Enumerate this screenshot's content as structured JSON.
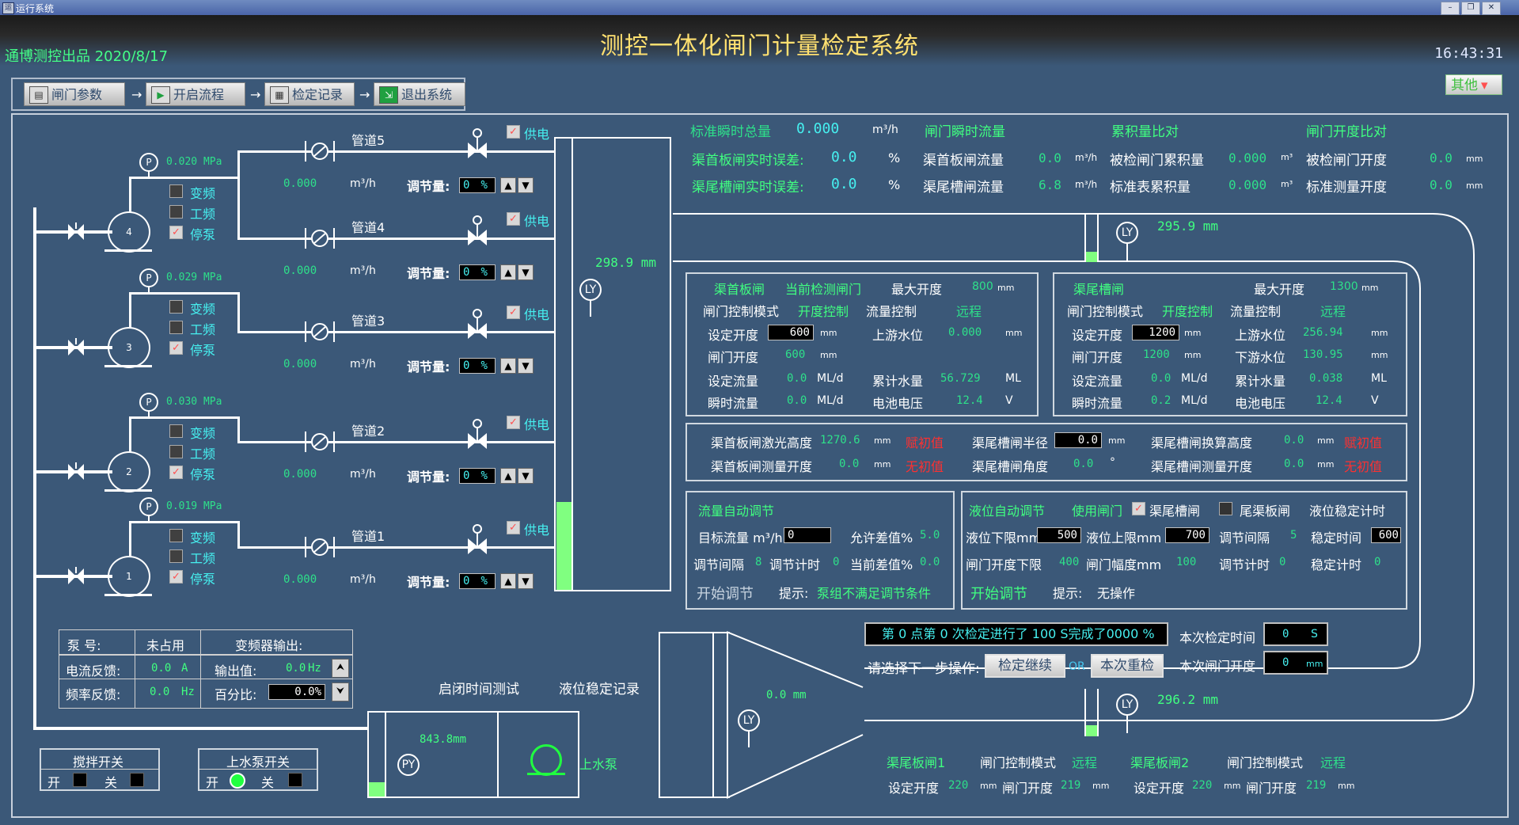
{
  "window": {
    "title": "运行系统",
    "icon": "运"
  },
  "header": {
    "title": "测控一体化闸门计量检定系统",
    "company": "通博测控出品 2020/8/17",
    "clock": "16:43:31"
  },
  "toolbar": {
    "buttons": [
      {
        "label": "闸门参数",
        "icon": "printer-icon"
      },
      {
        "label": "开启流程",
        "icon": "play-icon"
      },
      {
        "label": "检定记录",
        "icon": "table-icon"
      },
      {
        "label": "退出系统",
        "icon": "exit-icon"
      }
    ],
    "arrow": "→",
    "other": "其他"
  },
  "pumps": [
    {
      "id": "4",
      "pressure": "0.020 MPa",
      "modes": [
        "变频",
        "工频",
        "停泵"
      ],
      "mode_checked": [
        false,
        false,
        true
      ]
    },
    {
      "id": "3",
      "pressure": "0.029 MPa",
      "modes": [
        "变频",
        "工频",
        "停泵"
      ],
      "mode_checked": [
        false,
        false,
        true
      ]
    },
    {
      "id": "2",
      "pressure": "0.030 MPa",
      "modes": [
        "变频",
        "工频",
        "停泵"
      ],
      "mode_checked": [
        false,
        false,
        true
      ]
    },
    {
      "id": "1",
      "pressure": "0.019 MPa",
      "modes": [
        "变频",
        "工频",
        "停泵"
      ],
      "mode_checked": [
        false,
        false,
        true
      ]
    }
  ],
  "pipes": [
    {
      "name": "管道5",
      "flow": "0.000",
      "unit": "m³/h",
      "adjust_label": "调节量:",
      "adjust_value": "0",
      "pct": "%",
      "power": "供电"
    },
    {
      "name": "管道4",
      "flow": "0.000",
      "unit": "m³/h",
      "adjust_label": "调节量:",
      "adjust_value": "0",
      "pct": "%",
      "power": "供电"
    },
    {
      "name": "管道3",
      "flow": "0.000",
      "unit": "m³/h",
      "adjust_label": "调节量:",
      "adjust_value": "0",
      "pct": "%",
      "power": "供电"
    },
    {
      "name": "管道2",
      "flow": "0.000",
      "unit": "m³/h",
      "adjust_label": "调节量:",
      "adjust_value": "0",
      "pct": "%",
      "power": "供电"
    },
    {
      "name": "管道1",
      "flow": "0.000",
      "unit": "m³/h",
      "adjust_label": "调节量:",
      "adjust_value": "0",
      "pct": "%",
      "power": "供电"
    }
  ],
  "tank": {
    "level": "298.9 mm",
    "sensor": "LY",
    "fill": 0.3
  },
  "summary": {
    "std_flow_label": "标准瞬时总量",
    "std_flow_value": "0.000",
    "std_flow_unit": "m³/h",
    "head_err_label": "渠首板闸实时误差:",
    "head_err_value": "0.0",
    "head_err_unit": "%",
    "tail_err_label": "渠尾槽闸实时误差:",
    "tail_err_value": "0.0",
    "tail_err_unit": "%",
    "col_inst_title": "闸门瞬时流量",
    "head_flow_label": "渠首板闸流量",
    "head_flow_value": "0.0",
    "head_flow_unit": "m³/h",
    "tail_flow_label": "渠尾槽闸流量",
    "tail_flow_value": "6.8",
    "tail_flow_unit": "m³/h",
    "col_cum_title": "累积量比对",
    "gate_cum_label": "被检闸门累积量",
    "gate_cum_value": "0.000",
    "gate_cum_unit": "m³",
    "std_cum_label": "标准表累积量",
    "std_cum_value": "0.000",
    "std_cum_unit": "m³",
    "col_open_title": "闸门开度比对",
    "gate_open_label": "被检闸门开度",
    "gate_open_value": "0.0",
    "gate_open_unit": "mm",
    "std_open_label": "标准测量开度",
    "std_open_value": "0.0",
    "std_open_unit": "mm"
  },
  "channel_top": {
    "level": "295.9 mm",
    "sensor": "LY"
  },
  "channel_bottom": {
    "level": "296.2 mm",
    "sensor": "LY",
    "left_level": "0.0 mm",
    "left_sensor": "LY"
  },
  "head_gate": {
    "title": "渠首板闸",
    "current": "当前检测闸门",
    "max_label": "最大开度",
    "max_value": "800",
    "max_unit": "mm",
    "mode_label": "闸门控制模式",
    "mode_value": "开度控制",
    "flow_ctrl_label": "流量控制",
    "flow_ctrl_value": "远程",
    "set_open_label": "设定开度",
    "set_open_value": "600",
    "set_open_unit": "mm",
    "upstream_label": "上游水位",
    "upstream_value": "0.000",
    "upstream_unit": "mm",
    "gate_open_label": "闸门开度",
    "gate_open_value": "600",
    "gate_open_unit": "mm",
    "set_flow_label": "设定流量",
    "set_flow_value": "0.0",
    "set_flow_unit": "ML/d",
    "cum_label": "累计水量",
    "cum_value": "56.729",
    "cum_unit": "ML",
    "inst_label": "瞬时流量",
    "inst_value": "0.0",
    "inst_unit": "ML/d",
    "volt_label": "电池电压",
    "volt_value": "12.4",
    "volt_unit": "V"
  },
  "tail_gate": {
    "title": "渠尾槽闸",
    "max_label": "最大开度",
    "max_value": "1300",
    "max_unit": "mm",
    "mode_label": "闸门控制模式",
    "mode_value": "开度控制",
    "flow_ctrl_label": "流量控制",
    "flow_ctrl_value": "远程",
    "set_open_label": "设定开度",
    "set_open_value": "1200",
    "set_open_unit": "mm",
    "upstream_label": "上游水位",
    "upstream_value": "256.94",
    "upstream_unit": "mm",
    "gate_open_label": "闸门开度",
    "gate_open_value": "1200",
    "gate_open_unit": "mm",
    "downstream_label": "下游水位",
    "downstream_value": "130.95",
    "downstream_unit": "mm",
    "set_flow_label": "设定流量",
    "set_flow_value": "0.0",
    "set_flow_unit": "ML/d",
    "cum_label": "累计水量",
    "cum_value": "0.038",
    "cum_unit": "ML",
    "inst_label": "瞬时流量",
    "inst_value": "0.2",
    "inst_unit": "ML/d",
    "volt_label": "电池电压",
    "volt_value": "12.4",
    "volt_unit": "V"
  },
  "calib": {
    "laser_label": "渠首板闸激光高度",
    "laser_value": "1270.6",
    "laser_unit": "mm",
    "init_label": "赋初值",
    "head_meas_label": "渠首板闸测量开度",
    "head_meas_value": "0.0",
    "head_meas_unit": "mm",
    "no_init": "无初值",
    "radius_label": "渠尾槽闸半径",
    "radius_value": "0.0",
    "radius_unit": "mm",
    "angle_label": "渠尾槽闸角度",
    "angle_value": "0.0",
    "angle_unit": "°",
    "conv_label": "渠尾槽闸换算高度",
    "conv_value": "0.0",
    "conv_unit": "mm",
    "init2_label": "赋初值",
    "tail_meas_label": "渠尾槽闸测量开度",
    "tail_meas_value": "0.0",
    "tail_meas_unit": "mm",
    "no_init2": "无初值"
  },
  "flow_auto": {
    "title": "流量自动调节",
    "target_label": "目标流量 m³/h",
    "target_value": "0",
    "tol_label": "允许差值%",
    "tol_value": "5.0",
    "interval_label": "调节间隔",
    "interval_value": "8",
    "timer_label": "调节计时",
    "timer_value": "0",
    "diff_label": "当前差值%",
    "diff_value": "0.0",
    "start": "开始调节",
    "hint_label": "提示:",
    "hint_value": "泵组不满足调节条件"
  },
  "level_auto": {
    "title": "液位自动调节",
    "use_gate": "使用闸门",
    "opt1": "渠尾槽闸",
    "opt2": "尾渠板闸",
    "stable_title": "液位稳定计时",
    "low_label": "液位下限mm",
    "low_value": "500",
    "high_label": "液位上限mm",
    "high_value": "700",
    "interval_label": "调节间隔",
    "interval_value": "5",
    "stable_label": "稳定时间",
    "stable_value": "600",
    "open_low_label": "闸门开度下限",
    "open_low_value": "400",
    "amp_label": "闸门幅度mm",
    "amp_value": "100",
    "timer_label": "调节计时",
    "timer_value": "0",
    "stable_timer_label": "稳定计时",
    "stable_timer_value": "0",
    "start": "开始调节",
    "hint_label": "提示:",
    "hint_value": "无操作"
  },
  "progress": {
    "status": "第 0 点第 0 次检定进行了 100 S完成了0000 %",
    "next_label": "请选择下一步操作:",
    "continue_btn": "检定继续",
    "or": "OR",
    "retest_btn": "本次重检",
    "time_label": "本次检定时间",
    "time_value": "0",
    "time_unit": "S",
    "open_label": "本次闸门开度",
    "open_value": "0",
    "open_unit": "mm"
  },
  "pump_table": {
    "c1": "泵 号:",
    "c2": "未占用",
    "c3": "变频器输出:",
    "current_label": "电流反馈:",
    "current_value": "0.0",
    "current_unit": "A",
    "freq_label": "频率反馈:",
    "freq_value": "0.0",
    "freq_unit": "Hz",
    "out_label": "输出值:",
    "out_value": "0.0",
    "out_unit": "Hz",
    "pct_label": "百分比:",
    "pct_value": "0.0%"
  },
  "switches": {
    "stir_title": "搅拌开关",
    "stir_on": "开",
    "stir_off": "关",
    "pump_title": "上水泵开关",
    "pump_on": "开",
    "pump_off": "关"
  },
  "reservoir": {
    "level": "843.8mm",
    "sensor": "PY",
    "fill": 0.15,
    "timing_label": "启闭时间测试",
    "record_label": "液位稳定记录",
    "pump_label": "上水泵"
  },
  "bottom_gates": {
    "g1_title": "渠尾板闸1",
    "g1_mode_label": "闸门控制模式",
    "g1_mode_value": "远程",
    "g1_set_label": "设定开度",
    "g1_set_value": "220",
    "g1_set_unit": "mm",
    "g1_open_label": "闸门开度",
    "g1_open_value": "219",
    "g1_open_unit": "mm",
    "g2_title": "渠尾板闸2",
    "g2_mode_label": "闸门控制模式",
    "g2_mode_value": "远程",
    "g2_set_label": "设定开度",
    "g2_set_value": "220",
    "g2_set_unit": "mm",
    "g2_open_label": "闸门开度",
    "g2_open_value": "219",
    "g2_open_unit": "mm"
  },
  "colors": {
    "background": "#3b5878",
    "accent_green": "#40ff80",
    "title_yellow": "#ffe070",
    "alert_red": "#ff3030",
    "value_cyan": "#46f0f0"
  }
}
